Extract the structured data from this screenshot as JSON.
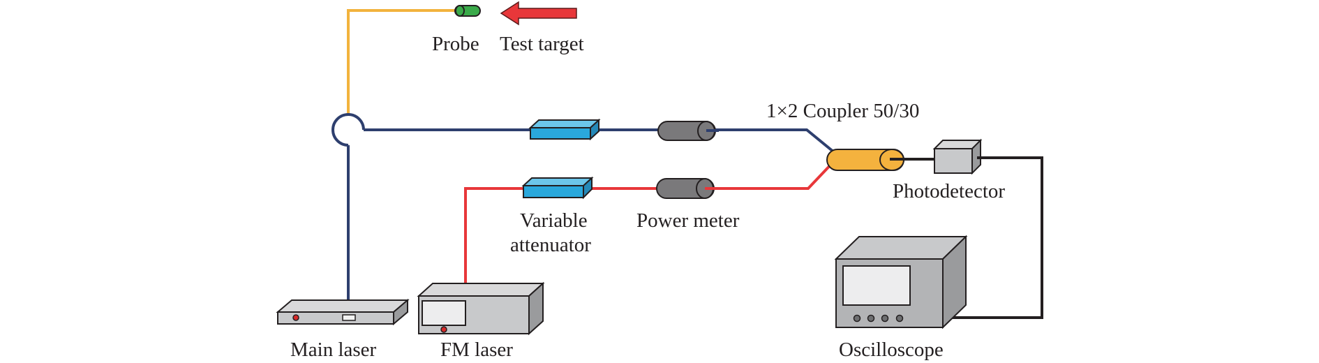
{
  "diagram": {
    "title": "Optical test setup",
    "colors": {
      "main_fiber": "#2e3f6e",
      "fm_fiber": "#e8373a",
      "probe_fiber": "#f2b33d",
      "electrical": "#231f20",
      "attenuator": "#2aa8dc",
      "power_meter": "#7a797b",
      "coupler": "#f4b23e",
      "probe": "#3aaa4a",
      "arrow": "#e8373a",
      "device_gray": "#c8c9cb"
    },
    "labels": {
      "probe": "Probe",
      "test_target": "Test target",
      "coupler": "1×2 Coupler 50/30",
      "photodetector": "Photodetector",
      "variable_attenuator_line1": "Variable",
      "variable_attenuator_line2": "attenuator",
      "power_meter": "Power meter",
      "main_laser": "Main laser",
      "fm_laser": "FM laser",
      "oscilloscope": "Oscilloscope"
    }
  }
}
